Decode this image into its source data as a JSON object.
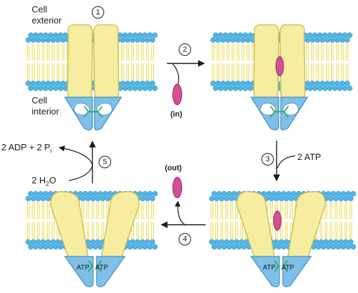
{
  "labels": {
    "cell_exterior_line1": "Cell",
    "cell_exterior_line2": "exterior",
    "cell_interior_line1": "Cell",
    "cell_interior_line2": "interior",
    "in_label": "(in)",
    "out_label": "(out)",
    "atp_in": "2 ATP",
    "adp_out_main": "2 ADP + 2 P",
    "adp_out_sub": "i",
    "water_main": "2 H",
    "water_sub": "2",
    "water_tail": "O",
    "atp_site": "ATP"
  },
  "steps": [
    "1",
    "2",
    "3",
    "4",
    "5"
  ],
  "colors": {
    "protein_fill": "#f6eda0",
    "protein_stroke": "#c9b94c",
    "domain_fill": "#7fbfe8",
    "domain_stroke": "#3f8fc4",
    "lipid_head": "#4fb4e6",
    "lipid_tail": "#e8d94a",
    "substrate": "#d64f95",
    "link": "#3aa564"
  }
}
